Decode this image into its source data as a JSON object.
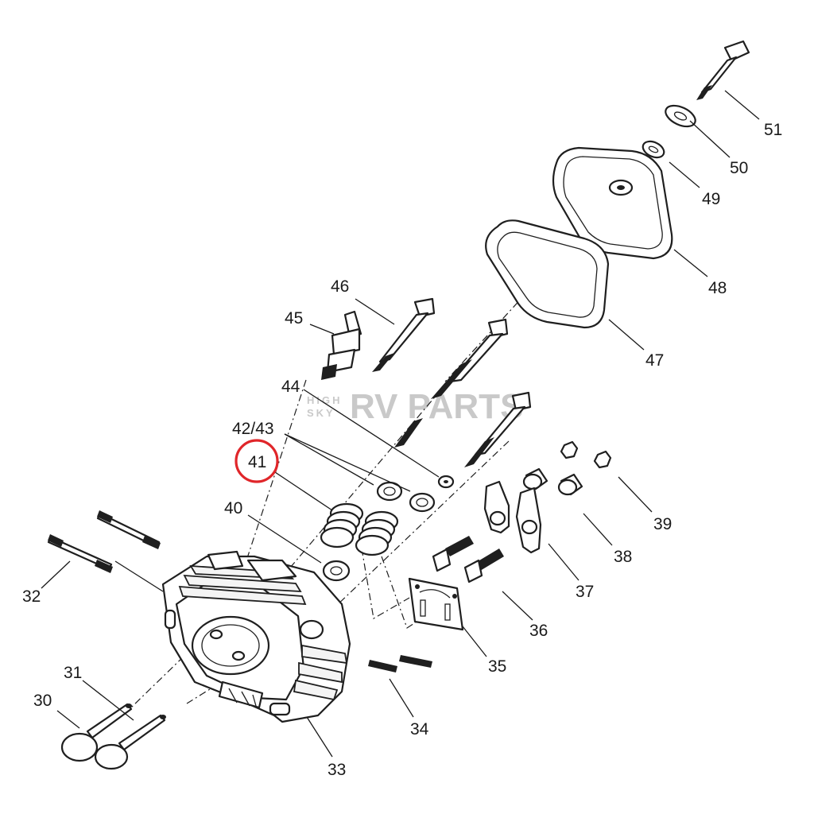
{
  "watermark": {
    "prefix_line1": "HIGH",
    "prefix_line2": "SKY",
    "brand": "RV PARTS"
  },
  "highlight": {
    "color": "#e0262a",
    "part": "41"
  },
  "callouts": {
    "p30": "30",
    "p31": "31",
    "p32": "32",
    "p33": "33",
    "p34": "34",
    "p35": "35",
    "p36": "36",
    "p37": "37",
    "p38": "38",
    "p39": "39",
    "p40": "40",
    "p41": "41",
    "p42_43": "42/43",
    "p44": "44",
    "p45": "45",
    "p46": "46",
    "p47": "47",
    "p48": "48",
    "p49": "49",
    "p50": "50",
    "p51": "51"
  }
}
